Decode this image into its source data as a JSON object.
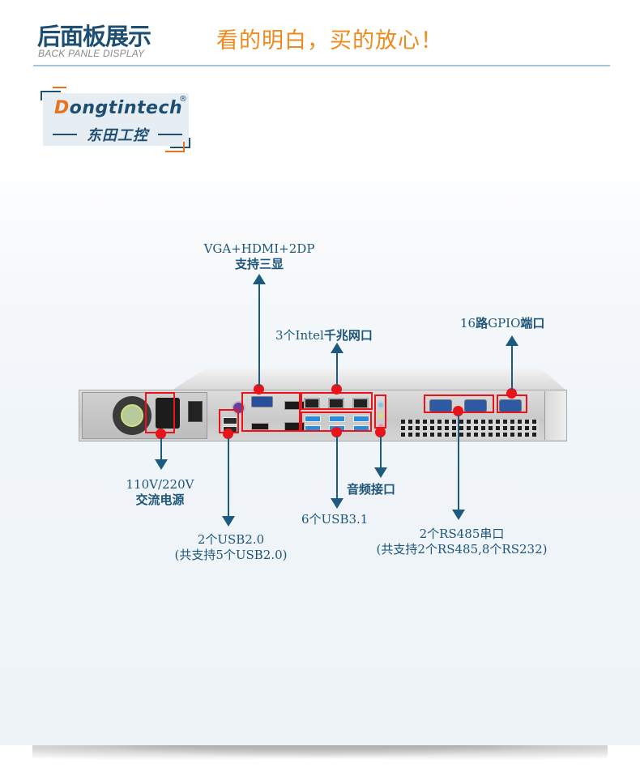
{
  "header": {
    "title": "后面板展示",
    "subtitle": "BACK PANLE DISPLAY",
    "slogan": "看的明白，买的放心！"
  },
  "logo": {
    "brand_initial": "D",
    "brand_rest": "ongtintech",
    "registered_mark": "®",
    "chinese_name": "东田工控"
  },
  "colors": {
    "title_blue": "#1e4f73",
    "slogan_orange": "#f08a1c",
    "arrow_blue": "#1d5a80",
    "highlight_red": "#e8141a",
    "divider": "#a9c4d8"
  },
  "callouts": {
    "display": {
      "line1": "VGA+HDMI+2DP",
      "line2": "支持三显"
    },
    "lan": {
      "prefix": "3个",
      "text": "Intel",
      "suffix": "千兆网口"
    },
    "gpio": {
      "prefix": "16",
      "mid": "路",
      "text": "GPIO",
      "suffix": "端口"
    },
    "power": {
      "line1": "110V/220V",
      "line2": "交流电源"
    },
    "usb2": {
      "line1": "2个USB2.0",
      "line2": "(共支持5个USB2.0)"
    },
    "usb3": {
      "line1": "6个USB3.1"
    },
    "audio": {
      "line1": "音频接口"
    },
    "serial": {
      "line1": "2个RS485串口",
      "line2": "(共支持2个RS485,8个RS232)"
    }
  },
  "device": {
    "name": "1U rack server rear panel",
    "ports": [
      "AC power inlet",
      "power switch",
      "PS/2",
      "VGA",
      "HDMI",
      "2x DisplayPort",
      "3x RJ45 LAN",
      "6x USB3.1",
      "2x USB2.0",
      "audio jacks",
      "3x DB9 serial"
    ]
  }
}
